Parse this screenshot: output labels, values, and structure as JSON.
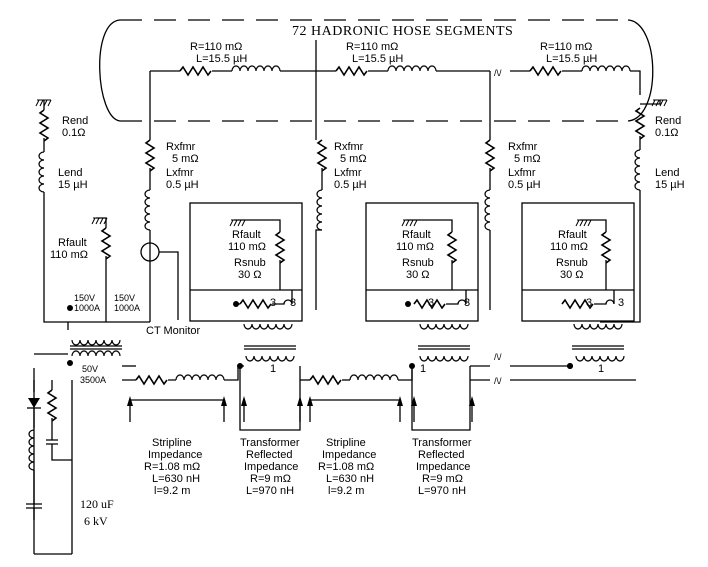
{
  "title": "72 HADRONIC HOSE SEGMENTS",
  "segments": [
    {
      "r": "R=110 mΩ",
      "l": "L=15.5 µH"
    },
    {
      "r": "R=110 mΩ",
      "l": "L=15.5 µH"
    },
    {
      "r": "R=110 mΩ",
      "l": "L=15.5 µH"
    }
  ],
  "rend_left": {
    "name": "Rend",
    "value": "0.1Ω"
  },
  "lend_left": {
    "name": "Lend",
    "value": "15 µH"
  },
  "rend_right": {
    "name": "Rend",
    "value": "0.1Ω"
  },
  "lend_right": {
    "name": "Lend",
    "value": "15 µH"
  },
  "rfault_left": {
    "name": "Rfault",
    "value": "110 mΩ"
  },
  "xfmrs": [
    {
      "r": "Rxfmr",
      "rv": "5 mΩ",
      "l": "Lxfmr",
      "lv": "0.5 µH"
    },
    {
      "r": "Rxfmr",
      "rv": "5 mΩ",
      "l": "Lxfmr",
      "lv": "0.5 µH"
    },
    {
      "r": "Rxfmr",
      "rv": "5 mΩ",
      "l": "Lxfmr",
      "lv": "0.5 µH"
    }
  ],
  "boxes": [
    {
      "rfault": "Rfault",
      "rfault_v": "110 mΩ",
      "rsnub": "Rsnub",
      "rsnub_v": "30 Ω",
      "turns_a": "3",
      "turns_b": "3",
      "turns_p": "1"
    },
    {
      "rfault": "Rfault",
      "rfault_v": "110 mΩ",
      "rsnub": "Rsnub",
      "rsnub_v": "30 Ω",
      "turns_a": "3",
      "turns_b": "3",
      "turns_p": "1"
    },
    {
      "rfault": "Rfault",
      "rfault_v": "110 mΩ",
      "rsnub": "Rsnub",
      "rsnub_v": "30 Ω",
      "turns_a": "3",
      "turns_b": "3",
      "turns_p": "1"
    }
  ],
  "main_xfmr": {
    "s1": "150V",
    "s1a": "1000A",
    "s2": "150V",
    "s2a": "1000A",
    "p": "50V",
    "pa": "3500A"
  },
  "ct_monitor": "CT Monitor",
  "stripline": [
    {
      "l1": "Stripline",
      "l2": "Impedance",
      "l3": "R=1.08 mΩ",
      "l4": "L=630 nH",
      "l5": "l=9.2 m"
    },
    {
      "l1": "Stripline",
      "l2": "Impedance",
      "l3": "R=1.08 mΩ",
      "l4": "L=630 nH",
      "l5": "l=9.2 m"
    }
  ],
  "reflected": [
    {
      "l1": "Transformer",
      "l2": "Reflected",
      "l3": "Impedance",
      "l4": "R=9 mΩ",
      "l5": "L=970 nH"
    },
    {
      "l1": "Transformer",
      "l2": "Reflected",
      "l3": "Impedance",
      "l4": "R=9 mΩ",
      "l5": "L=970 nH"
    }
  ],
  "capacitor": {
    "value": "120 uF",
    "voltage": "6 kV"
  }
}
